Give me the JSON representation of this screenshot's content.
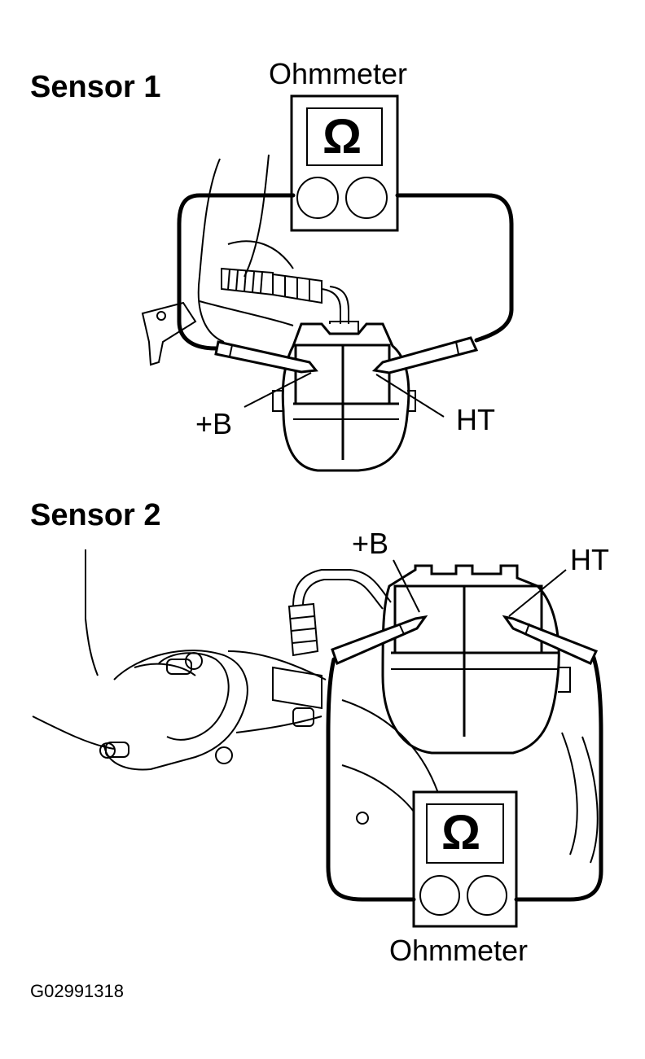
{
  "sensor1": {
    "title": "Sensor 1",
    "meter_label": "Ohmmeter",
    "meter_symbol": "Ω",
    "terminal_b": "+B",
    "terminal_ht": "HT"
  },
  "sensor2": {
    "title": "Sensor 2",
    "meter_label": "Ohmmeter",
    "meter_symbol": "Ω",
    "terminal_b": "+B",
    "terminal_ht": "HT"
  },
  "figure_code": "G02991318"
}
